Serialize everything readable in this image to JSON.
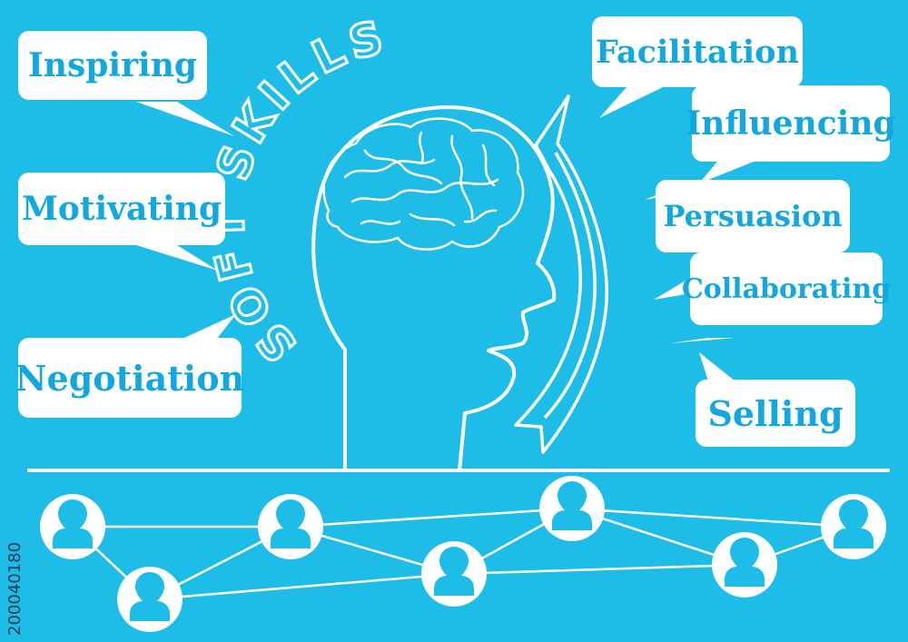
{
  "colors": {
    "background": "#1ebde8",
    "foreground": "#ffffff",
    "text": "#13a7e0"
  },
  "title": "SOFT SKILLS",
  "skills_left": [
    "Inspiring",
    "Motivating",
    "Negotiation"
  ],
  "skills_right": [
    "Facilitation",
    "Influencing",
    "Persuasion",
    "Collaborating",
    "Selling"
  ],
  "stock_id": "200040180",
  "icons": {
    "head": "head-profile-icon",
    "brain": "brain-icon",
    "arrow": "circular-arrow-icon",
    "person": "person-avatar-icon"
  }
}
